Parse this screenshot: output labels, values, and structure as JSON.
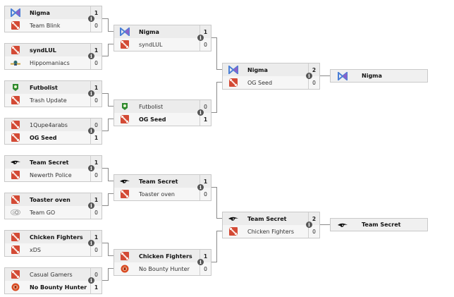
{
  "bracket": {
    "round1": [
      {
        "teams": [
          {
            "name": "Nigma",
            "score": "1",
            "logo": "nigma-logo",
            "winner": true
          },
          {
            "name": "Team Blink",
            "score": "0",
            "logo": "dota-logo",
            "winner": false
          }
        ]
      },
      {
        "teams": [
          {
            "name": "syndLUL",
            "score": "1",
            "logo": "dota-logo",
            "winner": true
          },
          {
            "name": "Hippomaniacs",
            "score": "0",
            "logo": "hippomaniacs-logo",
            "winner": false
          }
        ]
      },
      {
        "teams": [
          {
            "name": "Futbolist",
            "score": "1",
            "logo": "futbolist-logo",
            "winner": true
          },
          {
            "name": "Trash Update",
            "score": "0",
            "logo": "dota-logo",
            "winner": false
          }
        ]
      },
      {
        "teams": [
          {
            "name": "1Qupe4arabs",
            "score": "0",
            "logo": "dota-logo",
            "winner": false
          },
          {
            "name": "OG Seed",
            "score": "1",
            "logo": "dota-logo",
            "winner": true
          }
        ]
      },
      {
        "teams": [
          {
            "name": "Team Secret",
            "score": "1",
            "logo": "team-secret-logo",
            "winner": true
          },
          {
            "name": "Newerth Police",
            "score": "0",
            "logo": "dota-logo",
            "winner": false
          }
        ]
      },
      {
        "teams": [
          {
            "name": "Toaster oven",
            "score": "1",
            "logo": "dota-logo",
            "winner": true
          },
          {
            "name": "Team GO",
            "score": "0",
            "logo": "team-go-logo",
            "winner": false
          }
        ]
      },
      {
        "teams": [
          {
            "name": "Chicken Fighters",
            "score": "1",
            "logo": "dota-logo",
            "winner": true
          },
          {
            "name": "xDS",
            "score": "0",
            "logo": "dota-logo",
            "winner": false
          }
        ]
      },
      {
        "teams": [
          {
            "name": "Casual Gamers",
            "score": "0",
            "logo": "dota-logo",
            "winner": false
          },
          {
            "name": "No Bounty Hunter",
            "score": "1",
            "logo": "no-bounty-hunter-logo",
            "winner": true
          }
        ]
      }
    ],
    "round2": [
      {
        "teams": [
          {
            "name": "Nigma",
            "score": "1",
            "logo": "nigma-logo",
            "winner": true
          },
          {
            "name": "syndLUL",
            "score": "0",
            "logo": "dota-logo",
            "winner": false
          }
        ]
      },
      {
        "teams": [
          {
            "name": "Futbolist",
            "score": "0",
            "logo": "futbolist-logo",
            "winner": false
          },
          {
            "name": "OG Seed",
            "score": "1",
            "logo": "dota-logo",
            "winner": true
          }
        ]
      },
      {
        "teams": [
          {
            "name": "Team Secret",
            "score": "1",
            "logo": "team-secret-logo",
            "winner": true
          },
          {
            "name": "Toaster oven",
            "score": "0",
            "logo": "dota-logo",
            "winner": false
          }
        ]
      },
      {
        "teams": [
          {
            "name": "Chicken Fighters",
            "score": "1",
            "logo": "dota-logo",
            "winner": true
          },
          {
            "name": "No Bounty Hunter",
            "score": "0",
            "logo": "no-bounty-hunter-logo",
            "winner": false
          }
        ]
      }
    ],
    "round3": [
      {
        "teams": [
          {
            "name": "Nigma",
            "score": "2",
            "logo": "nigma-logo",
            "winner": true
          },
          {
            "name": "OG Seed",
            "score": "0",
            "logo": "dota-logo",
            "winner": false
          }
        ]
      },
      {
        "teams": [
          {
            "name": "Team Secret",
            "score": "2",
            "logo": "team-secret-logo",
            "winner": true
          },
          {
            "name": "Chicken Fighters",
            "score": "0",
            "logo": "dota-logo",
            "winner": false
          }
        ]
      }
    ],
    "finals": [
      {
        "name": "Nigma",
        "logo": "nigma-logo"
      },
      {
        "name": "Team Secret",
        "logo": "team-secret-logo"
      }
    ],
    "info_icon_glyph": "i"
  }
}
